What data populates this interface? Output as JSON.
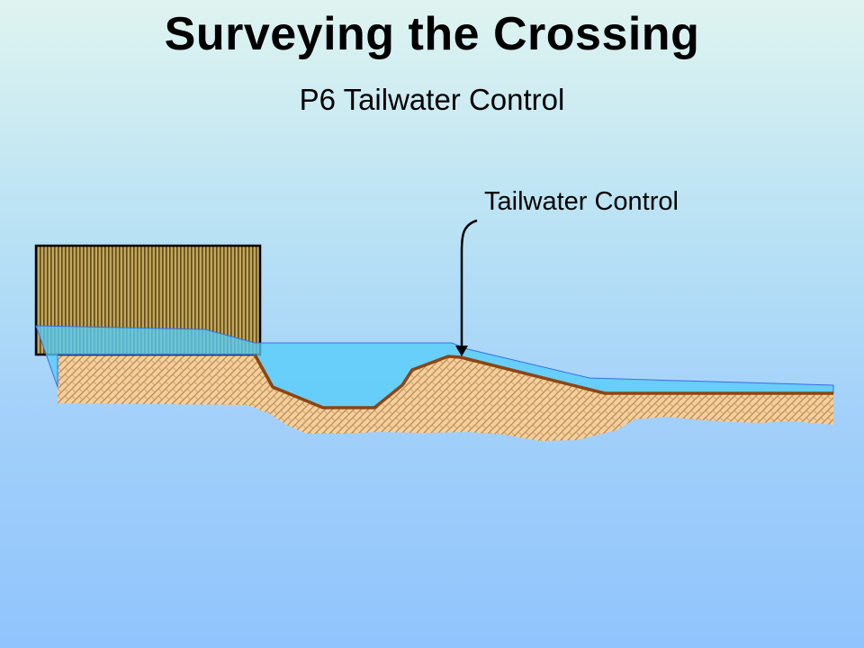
{
  "slide": {
    "title": "Surveying the Crossing",
    "subtitle": "P6 Tailwater Control"
  },
  "diagram": {
    "callout_label": "Tailwater Control",
    "colors": {
      "water": "#55cdf8",
      "culvert_fill": "#b89a4c",
      "culvert_stripe": "#5a4a1e",
      "soil_light": "#f4cf9c",
      "soil_hatch": "#b88a55",
      "streambed_line": "#8b4513"
    }
  }
}
